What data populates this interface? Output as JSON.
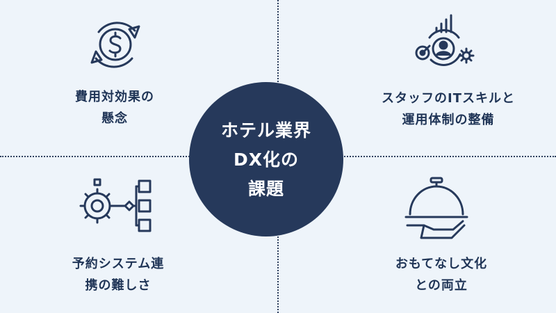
{
  "center": {
    "line1": "ホテル業界",
    "line2": "DX化の",
    "line3": "課題"
  },
  "quadrants": {
    "top_left": {
      "icon": "dollar-cycle-icon",
      "line1": "費用対効果の",
      "line2": "懸念"
    },
    "top_right": {
      "icon": "staff-it-skills-icon",
      "line1": "スタッフのITスキルと",
      "line2": "運用体制の整備"
    },
    "bottom_left": {
      "icon": "gear-system-link-icon",
      "line1": "予約システム連",
      "line2": "携の難しさ"
    },
    "bottom_right": {
      "icon": "cloche-service-icon",
      "line1": "おもてなし文化",
      "line2": "との両立"
    }
  },
  "colors": {
    "background": "#eef4fa",
    "navy": "#26395b",
    "text": "#1f3456",
    "white": "#ffffff"
  }
}
